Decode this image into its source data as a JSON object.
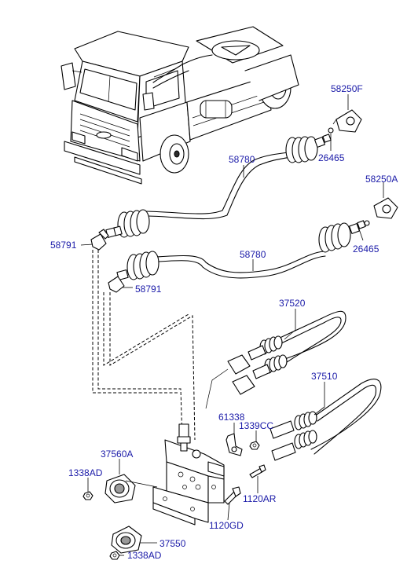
{
  "labels": {
    "p58250F": "58250F",
    "p58780a": "58780",
    "p26465a": "26465",
    "p58250A": "58250A",
    "p58791a": "58791",
    "p58780b": "58780",
    "p26465b": "26465",
    "p58791b": "58791",
    "p37520": "37520",
    "p37510": "37510",
    "p61338": "61338",
    "p1339CC": "1339CC",
    "p37560A": "37560A",
    "p1338ADa": "1338AD",
    "p1120AR": "1120AR",
    "p1120GD": "1120GD",
    "p37550": "37550",
    "p1338ADb": "1338AD"
  },
  "colors": {
    "label": "#1a1aa8",
    "line": "#000000",
    "background": "#ffffff"
  }
}
